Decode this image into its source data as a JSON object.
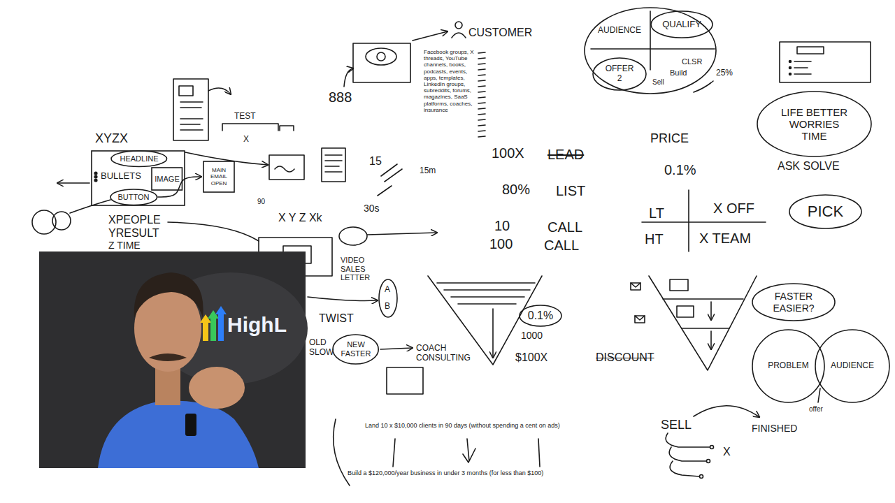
{
  "diagram": {
    "nodes": [
      {
        "text": [
          "XYZX",
          "BULLETS"
        ]
      },
      {
        "text": [
          "HEADLINE"
        ],
        "in": 0
      },
      {
        "text": [
          "IMAGE"
        ],
        "in": 0
      },
      {
        "text": [
          "BUTTON"
        ],
        "in": 0
      },
      {
        "text": [
          "MAIN EMAIL OPEN"
        ]
      },
      {
        "text": [
          "NEW FASTER"
        ]
      },
      {
        "text": [
          "0.1%"
        ]
      },
      {
        "text": [
          "AUDIENCE",
          "CLSR",
          "Build",
          "Sell"
        ]
      },
      {
        "text": [
          "QUALIFY"
        ],
        "in": 7
      },
      {
        "text": [
          "OFFER 2"
        ],
        "in": 7
      },
      {
        "text": [
          "LIFE BETTER",
          "WORRIES",
          "TIME"
        ]
      },
      {
        "text": [
          "PICK"
        ]
      },
      {
        "text": [
          "FASTER EASIER?"
        ]
      },
      {
        "text": [
          "PROBLEM"
        ]
      },
      {
        "text": [
          "AUDIENCE"
        ]
      }
    ],
    "edges": [
      {
        "from": 3,
        "to": 4,
        "arrow": "to"
      }
    ],
    "labels": [
      "CUSTOMER",
      "Facebook groups, X threads, YouTube channels, books, podcasts, events, apps, templates, LinkedIn groups, subreddits, forums, magazines, SaaS platforms, coaches, insurance",
      "888",
      "TEST",
      "X",
      "XPEOPLE",
      "YRESULT",
      "Z TIME",
      "90",
      "X Y Z Xk",
      "15",
      "15m",
      "30s",
      "VIDEO SALES LETTER",
      "A",
      "B",
      "TWIST",
      "OLD SLOW",
      "COACH CONSULTING",
      "100X",
      "LEAD",
      "80%",
      "LIST",
      "10",
      "CALL",
      "100",
      "CALL",
      "1000",
      "$100X",
      "25%",
      "PRICE",
      "0.1%",
      "LT",
      "X OFF",
      "HT",
      "X TEAM",
      "ASK SOLVE",
      "DISCOUNT",
      "offer",
      "SELL",
      "FINISHED",
      "X",
      "Land 10 x $10,000 clients in 90 days (without spending a cent on ads)",
      "Build a $120,000/year business in under 3 months (for less than $100)",
      "HighL"
    ]
  }
}
